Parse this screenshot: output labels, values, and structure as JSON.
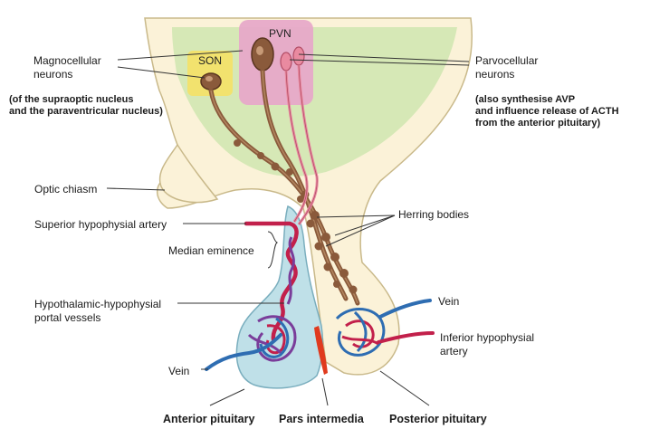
{
  "labels": {
    "son": "SON",
    "pvn": "PVN",
    "magnocellular": "Magnocellular\nneurons",
    "magno_note": "(of the supraoptic nucleus\nand the paraventricular nucleus)",
    "parvocellular": "Parvocellular\nneurons",
    "parvo_note": "(also synthesise AVP\nand influence release of ACTH\nfrom the anterior pituitary)",
    "optic_chiasm": "Optic chiasm",
    "superior_artery": "Superior hypophysial artery",
    "median_eminence": "Median eminence",
    "portal_vessels": "Hypothalamic-hypophysial\nportal vessels",
    "herring_bodies": "Herring bodies",
    "vein_right": "Vein",
    "inferior_artery": "Inferior hypophysial\nartery",
    "vein_left": "Vein",
    "anterior_pituitary": "Anterior pituitary",
    "pars_intermedia": "Pars intermedia",
    "posterior_pituitary": "Posterior pituitary"
  },
  "colors": {
    "tissue": "#fbf2d8",
    "tissue_edge": "#c9b98a",
    "hypothalamus_fill": "#cfe6b0",
    "pvn_box": "#e7a9c9",
    "son_box": "#f3e16a",
    "magno_neuron": "#8a5a3b",
    "parvo_neuron": "#e98aa0",
    "anterior_lobe": "#bfe0e8",
    "artery": "#c2204b",
    "vein": "#2e6db2",
    "portal_vessel": "#7a3d9a",
    "pars_intermedia": "#e03a1e"
  }
}
